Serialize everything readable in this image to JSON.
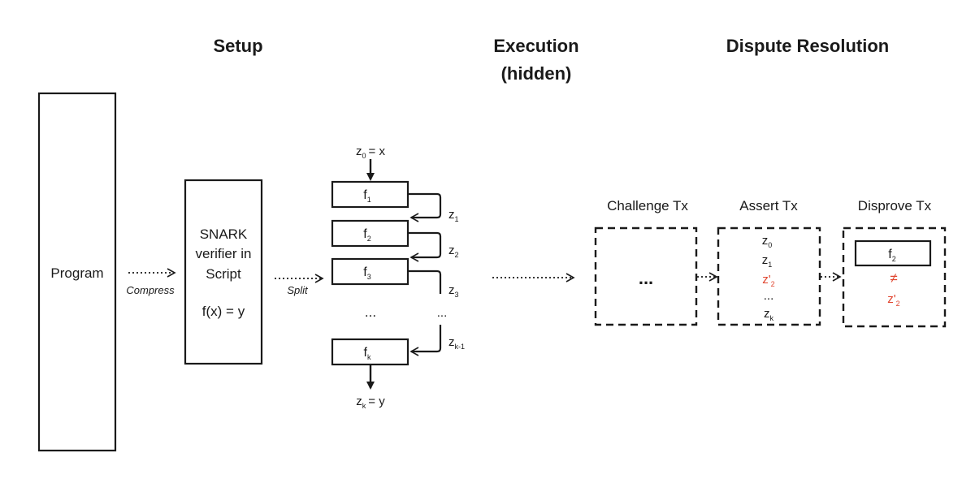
{
  "headers": {
    "setup": "Setup",
    "execution_line1": "Execution",
    "execution_line2": "(hidden)",
    "dispute": "Dispute Resolution"
  },
  "program": {
    "label": "Program"
  },
  "compress": {
    "label": "Compress"
  },
  "snark": {
    "line1": "SNARK",
    "line2": "verifier  in",
    "line3": "Script",
    "line4": "f(x) = y"
  },
  "split": {
    "label": "Split"
  },
  "execution": {
    "input": {
      "base": "z",
      "sub": "0",
      "rest": "= x"
    },
    "functions": [
      {
        "base": "f",
        "sub": "1"
      },
      {
        "base": "f",
        "sub": "2"
      },
      {
        "base": "f",
        "sub": "3"
      },
      {
        "base": "f",
        "sub": "k"
      }
    ],
    "ellipsis": "...",
    "side_ellipsis": "...",
    "edges": [
      {
        "base": "z",
        "sub": "1"
      },
      {
        "base": "z",
        "sub": "2"
      },
      {
        "base": "z",
        "sub": "3"
      },
      {
        "base": "z",
        "sub": "k-1"
      }
    ],
    "output": {
      "base": "z",
      "sub": "k",
      "rest": "= y"
    }
  },
  "transactions": {
    "challenge": {
      "title": "Challenge Tx",
      "content": "..."
    },
    "assert": {
      "title": "Assert Tx",
      "items": [
        {
          "base": "z",
          "sub": "0",
          "highlight": false
        },
        {
          "base": "z",
          "sub": "1",
          "highlight": false
        },
        {
          "base": "z'",
          "sub": "2",
          "highlight": true
        },
        {
          "base": "...",
          "sub": "",
          "highlight": false
        },
        {
          "base": "z",
          "sub": "k",
          "highlight": false
        }
      ]
    },
    "disprove": {
      "title": "Disprove Tx",
      "function": {
        "base": "f",
        "sub": "2"
      },
      "neq": "≠",
      "value": {
        "base": "z'",
        "sub": "2"
      }
    }
  },
  "colors": {
    "highlight": "#e0452f",
    "ink": "#1a1a1a"
  }
}
